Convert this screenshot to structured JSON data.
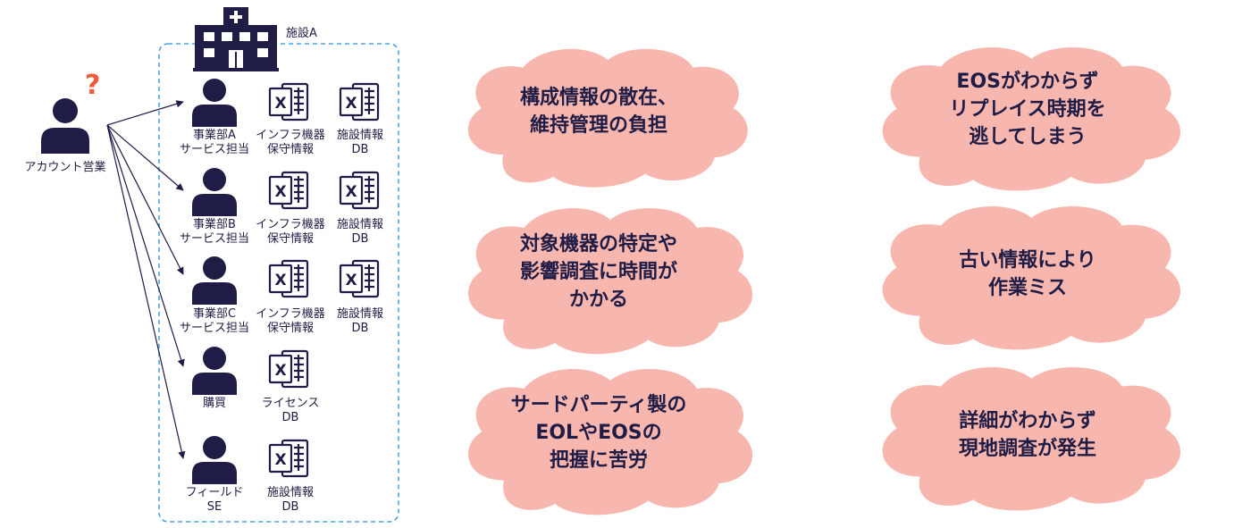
{
  "account_sales": {
    "label": "アカウント営業",
    "question_mark": "?",
    "question_color": "#f05a3c"
  },
  "facility": {
    "label": "施設A"
  },
  "rows": [
    {
      "role_lines": [
        "事業部A",
        "サービス担当"
      ],
      "files": [
        {
          "lines": [
            "インフラ機器",
            "保守情報"
          ]
        },
        {
          "lines": [
            "施設情報",
            "DB"
          ]
        }
      ]
    },
    {
      "role_lines": [
        "事業部B",
        "サービス担当"
      ],
      "files": [
        {
          "lines": [
            "インフラ機器",
            "保守情報"
          ]
        },
        {
          "lines": [
            "施設情報",
            "DB"
          ]
        }
      ]
    },
    {
      "role_lines": [
        "事業部C",
        "サービス担当"
      ],
      "files": [
        {
          "lines": [
            "インフラ機器",
            "保守情報"
          ]
        },
        {
          "lines": [
            "施設情報",
            "DB"
          ]
        }
      ]
    },
    {
      "role_lines": [
        "購買"
      ],
      "files": [
        {
          "lines": [
            "ライセンス",
            "DB"
          ]
        }
      ]
    },
    {
      "role_lines": [
        "フィールド",
        "SE"
      ],
      "files": [
        {
          "lines": [
            "施設情報",
            "DB"
          ]
        }
      ]
    }
  ],
  "clouds": [
    {
      "lines": [
        "構成情報の散在、",
        "維持管理の負担"
      ]
    },
    {
      "lines": [
        "EOSがわからず",
        "リプレイス時期を",
        "逃してしまう"
      ]
    },
    {
      "lines": [
        "対象機器の特定や",
        "影響調査に時間が",
        "かかる"
      ]
    },
    {
      "lines": [
        "古い情報により",
        "作業ミス"
      ]
    },
    {
      "lines": [
        "サードパーティ製の",
        "EOLやEOSの",
        "把握に苦労"
      ]
    },
    {
      "lines": [
        "詳細がわからず",
        "現地調査が発生"
      ]
    }
  ],
  "colors": {
    "navy": "#1f1c46",
    "cloud_fill": "#f7b6ae",
    "dashed_border": "#4aa3df",
    "accent": "#f05a3c"
  }
}
